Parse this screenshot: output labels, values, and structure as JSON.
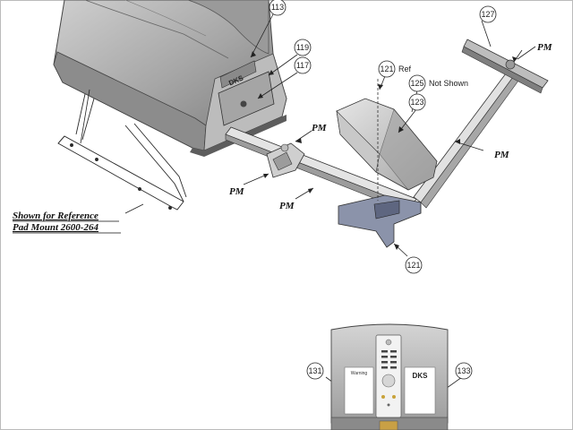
{
  "callouts": {
    "c113": "113",
    "c119": "119",
    "c117": "117",
    "c127": "127",
    "c121ref": "121",
    "c125": "125",
    "c123": "123",
    "c121": "121",
    "c131": "131",
    "c133": "133"
  },
  "labels": {
    "pm_top_right": "PM",
    "pm_arm": "PM",
    "pm_bracket": "PM",
    "pm_left": "PM",
    "pm_lower": "PM",
    "ref_suffix": "Ref",
    "not_shown": "Not Shown",
    "shown_for_reference": "Shown for Reference",
    "pad_mount": "Pad Mount 2600-264",
    "warning_panel": "Warning"
  },
  "logos": {
    "operator_logo": "DKS",
    "panel_logo": "DKS"
  },
  "colors": {
    "body_light": "#d8d8d8",
    "body_mid": "#a9a9a9",
    "body_dark": "#6e6e6e",
    "bracket_blue": "#8f97ad",
    "line": "#2a2a2a"
  }
}
